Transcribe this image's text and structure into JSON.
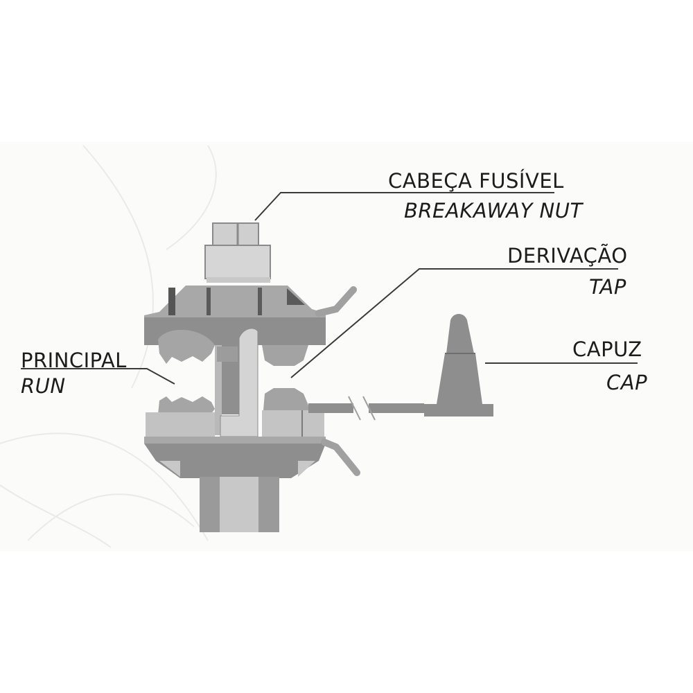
{
  "diagram": {
    "title": "Insulation piercing connector cross-section",
    "colors": {
      "background": "#ffffff",
      "panel": "#fbfbfa",
      "light_gray": "#d2d2d2",
      "mid_gray": "#a9a9a9",
      "dark_gray": "#8c8c8c",
      "leader_line": "#3a3a3a",
      "text": "#1c1c1c"
    },
    "labels": {
      "breakaway_nut": {
        "pt": "CABEÇA FUSÍVEL",
        "en": "BREAKAWAY NUT"
      },
      "tap": {
        "pt": "DERIVAÇÃO",
        "en": "TAP"
      },
      "cap": {
        "pt": "CAPUZ",
        "en": "CAP"
      },
      "run": {
        "pt": "PRINCIPAL",
        "en": "RUN"
      }
    },
    "components": [
      "breakaway-nut",
      "upper-body",
      "run-conductor-seat",
      "tap-conductor-seat",
      "tap-cable",
      "end-cap",
      "lower-body",
      "bolt-shank"
    ]
  }
}
